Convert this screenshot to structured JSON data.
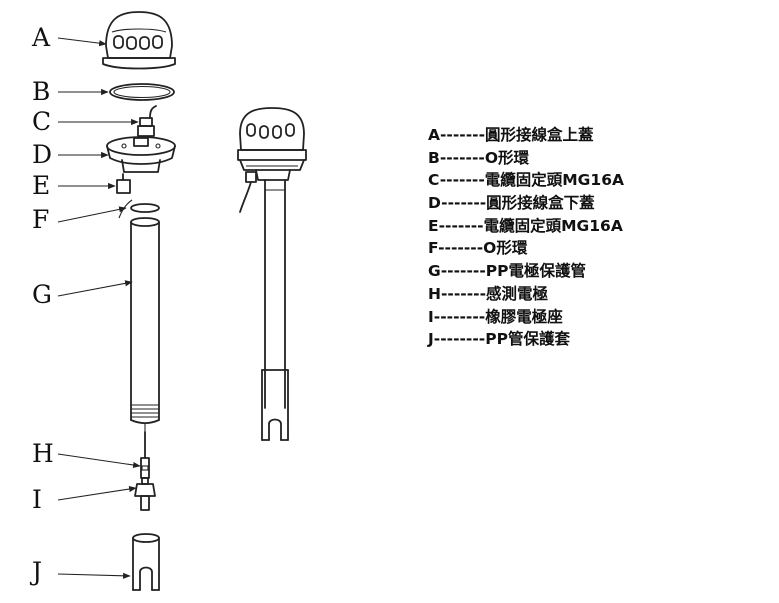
{
  "parts": [
    {
      "letter": "A",
      "entry": "A-------圓形接線盒上蓋"
    },
    {
      "letter": "B",
      "entry": "B-------O形環"
    },
    {
      "letter": "C",
      "entry": "C-------電纜固定頭MG16A"
    },
    {
      "letter": "D",
      "entry": "D-------圓形接線盒下蓋"
    },
    {
      "letter": "E",
      "entry": "E-------電纜固定頭MG16A"
    },
    {
      "letter": "F",
      "entry": "F-------O形環"
    },
    {
      "letter": "G",
      "entry": "G-------PP電極保護管"
    },
    {
      "letter": "H",
      "entry": "H-------感測電極"
    },
    {
      "letter": "I",
      "entry": "I--------橡膠電極座"
    },
    {
      "letter": "J",
      "entry": "J--------PP管保護套"
    }
  ]
}
